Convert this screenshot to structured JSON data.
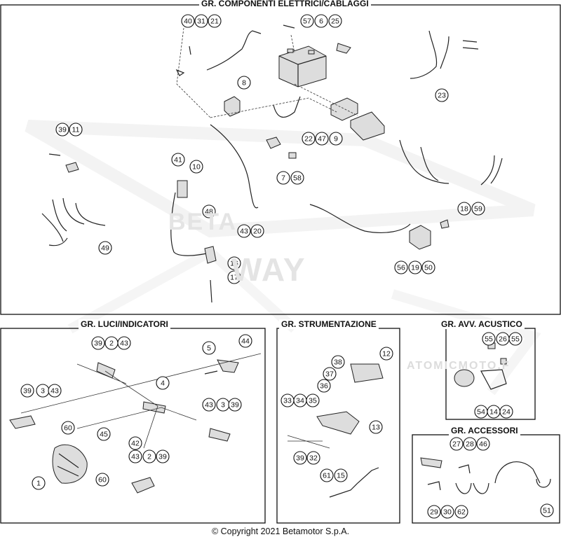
{
  "sections": {
    "electrical": "GR. COMPONENTI ELETTRICI/CABLAGGI",
    "lights": "GR. LUCI/INDICATORI",
    "instruments": "GR. STRUMENTAZIONE",
    "horn": "GR. AVV. ACUSTICO",
    "accessories": "GR. ACCESSORI"
  },
  "copyright": "© Copyright 2021 Betamotor S.p.A.",
  "watermarks": [
    "BETA",
    "WAY",
    "ATOMICMOTO.F"
  ],
  "callouts": {
    "electrical": [
      "40",
      "31",
      "21",
      "57",
      "6",
      "25",
      "8",
      "23",
      "39",
      "11",
      "22",
      "47",
      "9",
      "41",
      "10",
      "7",
      "58",
      "48",
      "49",
      "43",
      "20",
      "18",
      "59",
      "16",
      "56",
      "19",
      "50",
      "17"
    ],
    "lights": [
      "39",
      "2",
      "43",
      "5",
      "44",
      "4",
      "39",
      "3",
      "43",
      "43",
      "3",
      "39",
      "60",
      "45",
      "42",
      "1",
      "60",
      "43",
      "2",
      "39"
    ],
    "instruments": [
      "12",
      "38",
      "37",
      "36",
      "33",
      "34",
      "35",
      "13",
      "39",
      "32",
      "61",
      "15"
    ],
    "horn": [
      "55",
      "26",
      "55",
      "54",
      "14",
      "24"
    ],
    "accessories": [
      "27",
      "28",
      "46",
      "29",
      "30",
      "62",
      "51"
    ]
  }
}
